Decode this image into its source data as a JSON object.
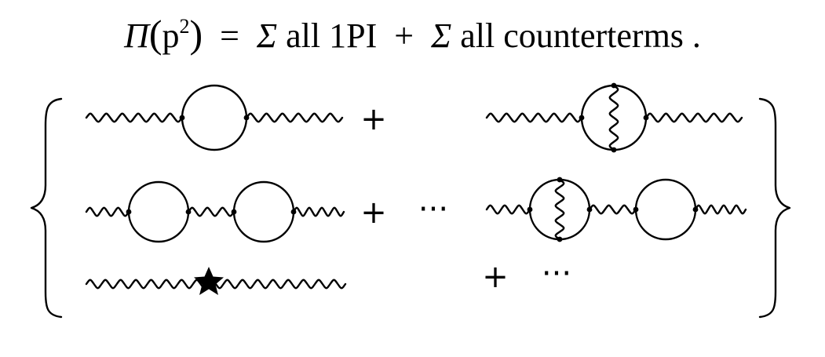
{
  "equation": {
    "lhs_symbol": "Π",
    "lhs_open": "(",
    "lhs_arg": "p",
    "lhs_exp": "2",
    "lhs_close": ")",
    "equals": "=",
    "sum1": "Σ",
    "term1": "all 1PI",
    "plus": "+",
    "sum2": "Σ",
    "term2": "all counterterms .",
    "full_text": "Π(p²) = Σ all 1PI + Σ all counterterms ."
  },
  "diagram": {
    "plus_sign": "+",
    "ellipsis": "···",
    "open_brace": "{",
    "close_brace": "}",
    "line_color": "#000000",
    "counterterm_marker": "star"
  }
}
